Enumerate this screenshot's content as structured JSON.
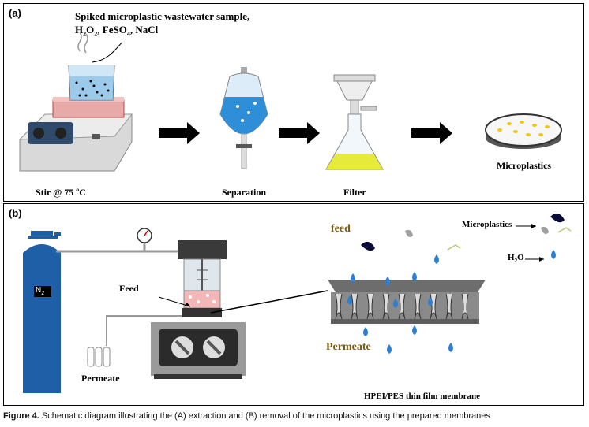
{
  "panel_a": {
    "label": "(a)",
    "sample_line1": "Spiked microplastic wastewater sample,",
    "sample_line2": "H2O2, FeSO4, NaCl",
    "step1": "Stir @ 75 ºC",
    "step2": "Separation",
    "step3": "Filter",
    "step4": "Microplastics"
  },
  "panel_b": {
    "label": "(b)",
    "gas": "N2",
    "feed_label": "Feed",
    "permeate_label": "Permeate",
    "membrane_feed": "feed",
    "membrane_permeate": "Permeate",
    "legend_microplastics": "Microplastics",
    "legend_water": "H2O",
    "membrane_name": "HPEI/PES thin film membrane"
  },
  "caption": {
    "label": "Figure 4.",
    "text": " Schematic diagram illustrating the (A) extraction and (B) removal of the microplastics using the prepared membranes"
  },
  "colors": {
    "water_blue": "#2e7fd0",
    "cylinder_blue": "#1f5fa8",
    "membrane_gray": "#8a8a8a",
    "feed_gold": "#7a5c12",
    "filtrate_yellow": "#e6ea3a"
  }
}
